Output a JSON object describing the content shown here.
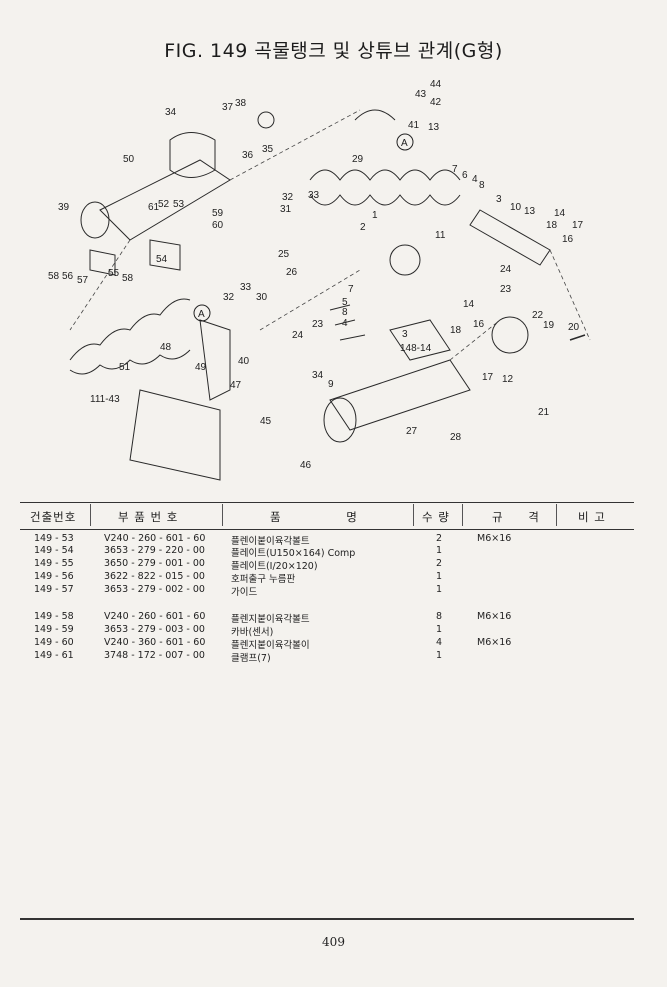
{
  "title": "FIG. 149 곡물탱크 및 상튜브 관계(G형)",
  "header": {
    "col_no": "건출번호",
    "col_part": "부 품 번 호",
    "col_name": "품 명",
    "col_qty": "수 량",
    "col_spec": "규 격",
    "col_note": "비 고"
  },
  "parts": [
    {
      "no": "149 - 53",
      "part": "V240 - 260 - 601 - 60",
      "name": "플렌이붙이육각볼트",
      "qty": "2",
      "spec": "M6×16"
    },
    {
      "no": "149 - 54",
      "part": "3653 - 279 - 220 - 00",
      "name": "플레이트(U150×164) Comp",
      "qty": "1",
      "spec": ""
    },
    {
      "no": "149 - 55",
      "part": "3650 - 279 - 001 - 00",
      "name": "플레이트(I/20×120)",
      "qty": "2",
      "spec": ""
    },
    {
      "no": "149 - 56",
      "part": "3622 - 822 - 015 - 00",
      "name": "호퍼출구 누름판",
      "qty": "1",
      "spec": ""
    },
    {
      "no": "149 - 57",
      "part": "3653 - 279 - 002 - 00",
      "name": "가이드",
      "qty": "1",
      "spec": ""
    },
    {
      "no": "149 - 58",
      "part": "V240 - 260 - 601 - 60",
      "name": "플렌지붙이육각볼트",
      "qty": "8",
      "spec": "M6×16"
    },
    {
      "no": "149 - 59",
      "part": "3653 - 279 - 003 - 00",
      "name": "카바(센서)",
      "qty": "1",
      "spec": ""
    },
    {
      "no": "149 - 60",
      "part": "V240 - 360 - 601 - 60",
      "name": "플렌지붙이육각볼이",
      "qty": "4",
      "spec": "M6×16"
    },
    {
      "no": "149 - 61",
      "part": "3748 - 172 - 007 - 00",
      "name": "클램프(7)",
      "qty": "1",
      "spec": ""
    }
  ],
  "page_number": "409",
  "diagram_labels": {
    "l1": "1",
    "l2": "2",
    "l3": "3",
    "l4": "4",
    "l5": "5",
    "l6": "6",
    "l7": "7",
    "l8": "8",
    "l9": "9",
    "l10": "10",
    "l11": "11",
    "l12": "12",
    "l13": "13",
    "l14": "14",
    "l16": "16",
    "l17": "17",
    "l18": "18",
    "l19": "19",
    "l20": "20",
    "l21": "21",
    "l22": "22",
    "l23": "23",
    "l24": "24",
    "l25": "25",
    "l26": "26",
    "l27": "27",
    "l28": "28",
    "l29": "29",
    "l30": "30",
    "l31": "31",
    "l32": "32",
    "l33": "33",
    "l34": "34",
    "l35": "35",
    "l36": "36",
    "l37": "37",
    "l38": "38",
    "l39": "39",
    "l40": "40",
    "l41": "41",
    "l42": "42",
    "l43": "43",
    "l44": "44",
    "l45": "45",
    "l46": "46",
    "l47": "47",
    "l48": "48",
    "l49": "49",
    "l50": "50",
    "l51": "51",
    "l52": "52",
    "l53": "53",
    "l54": "54",
    "l55": "55",
    "l56": "56",
    "l57": "57",
    "l58": "58",
    "l59": "59",
    "l60": "60",
    "l61": "61",
    "l148": "148-14",
    "l111": "111-43",
    "markA": "A"
  }
}
